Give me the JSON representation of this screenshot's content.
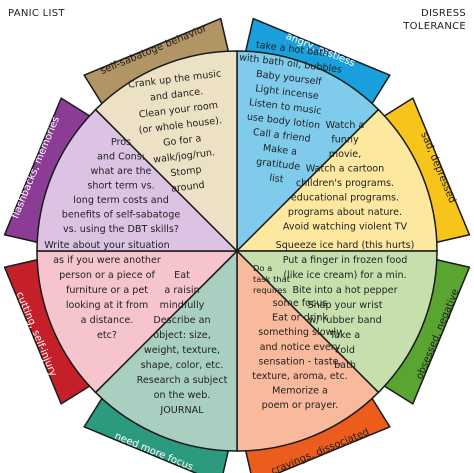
{
  "header": {
    "left": "PANIC LIST",
    "right_line1": "DISRESS",
    "right_line2": "TOLERANCE"
  },
  "tabs": [
    {
      "id": "angry",
      "label": "angry, restless",
      "color": "#1aa0dd"
    },
    {
      "id": "sad",
      "label": "sad, depressed",
      "color": "#f7c41c"
    },
    {
      "id": "obsessed",
      "label": "obsessed, negative",
      "color": "#5aa432"
    },
    {
      "id": "cravings",
      "label": "cravings, dissociated",
      "color": "#ec5c1c"
    },
    {
      "id": "focus",
      "label": "need more focus",
      "color": "#2c9a7e"
    },
    {
      "id": "cutting",
      "label": "cutting, self-injury",
      "color": "#c51f2a"
    },
    {
      "id": "flashbacks",
      "label": "flashbacks, memories",
      "color": "#8b3d96"
    },
    {
      "id": "sabotage",
      "label": "self-sabatoge behavior",
      "color": "#b19564"
    }
  ],
  "slices": [
    {
      "id": "angry",
      "color": "#7fcbec",
      "lines": [
        "Crank up the music",
        "and dance.",
        "Clean your room",
        "(or whole house).",
        "Go for a",
        "walk/jog/run.",
        "Stomp",
        "around"
      ]
    },
    {
      "id": "sad",
      "color": "#fde8a0",
      "lines": [
        "take a hot bath",
        "with bath oil, bubbles",
        "Baby yourself",
        "Light incense",
        "Listen to music",
        "use body lotion",
        "Call a friend",
        "Make a",
        "gratitude",
        "list"
      ]
    },
    {
      "id": "obsessed",
      "color": "#c5e0ad",
      "lines": [
        "Watch a",
        "funny",
        "movie,",
        "Watch a cartoon",
        "children's programs.",
        "educational programs.",
        "programs about nature.",
        "Avoid watching violent TV"
      ]
    },
    {
      "id": "cravings",
      "color": "#f9b99c",
      "lines": [
        "Squeeze ice hard (this hurts)",
        "Put a finger in frozen food",
        "(like ice cream) for a min.",
        "Bite into a hot pepper",
        "Snap your wrist",
        "w/ rubber band",
        "Take a",
        "cold",
        "bath"
      ]
    },
    {
      "id": "focus",
      "color": "#a8cfc0",
      "small": [
        "Do a",
        "task that",
        "requires"
      ],
      "lines": [
        "some focus",
        "Eat or drink",
        "something slowly",
        "and notice every",
        "sensation - taste,",
        "texture, aroma, etc.",
        "Memorize a",
        "poem or prayer."
      ]
    },
    {
      "id": "cutting",
      "color": "#f5c4cc",
      "lines": [
        "Eat",
        "a raisin",
        "mindfully",
        "Describe an",
        "object: size,",
        "weight, texture,",
        "shape, color, etc.",
        "Research a subject",
        "on the web.",
        "JOURNAL"
      ]
    },
    {
      "id": "flashbacks",
      "color": "#dcc3e4",
      "lines": [
        "Write about your situation",
        "as if you were another",
        "person or a piece of",
        "furniture or a pet",
        "looking at it from",
        "a distance.",
        "etc?"
      ]
    },
    {
      "id": "sabotage",
      "color": "#ece0c5",
      "lines": [
        "Pros",
        "and Cons:",
        "what are the",
        "short term vs.",
        "long term costs and",
        "benefits of self-sabatoge",
        "vs. using the DBT skills?"
      ]
    }
  ]
}
